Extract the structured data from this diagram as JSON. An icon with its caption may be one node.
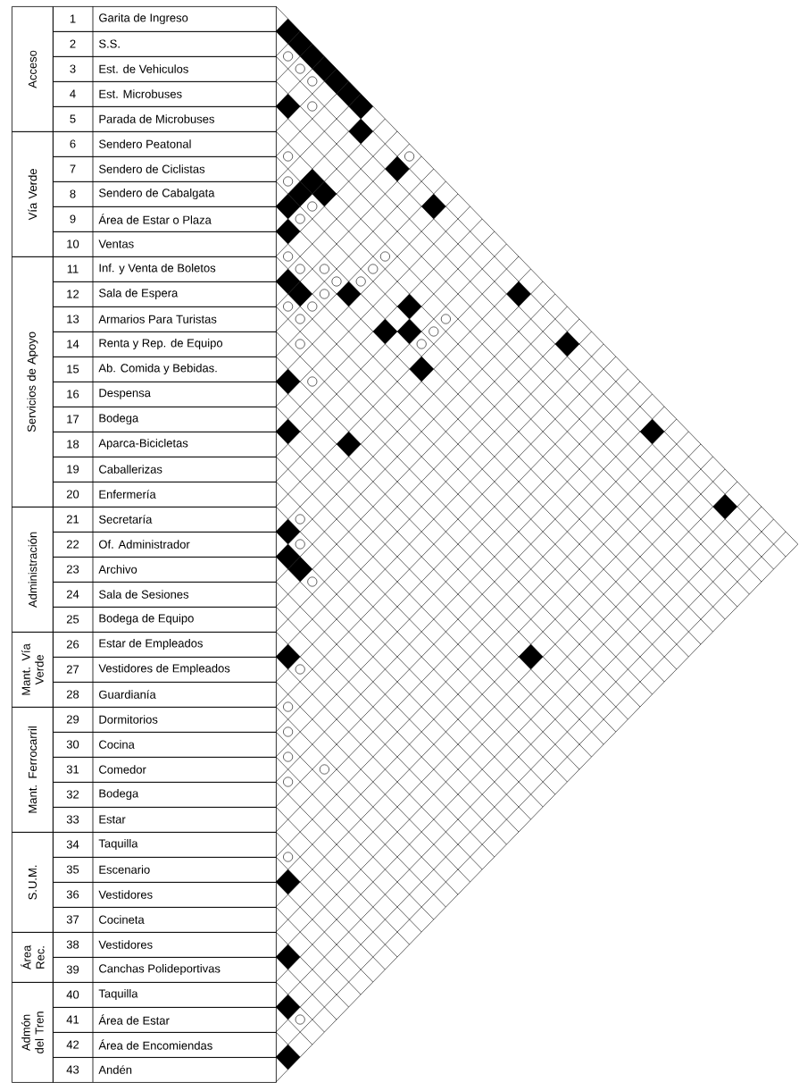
{
  "diagram": {
    "nodes": [
      {
        "text": [
          "Acceso"
        ]
      },
      {
        "text": [
          "1",
          "Garita de Ingreso"
        ]
      },
      {
        "text": [
          "2",
          "S.S."
        ]
      },
      {
        "text": [
          "3",
          "Est. de Vehiculos"
        ]
      },
      {
        "text": [
          "4",
          "Est. Microbuses"
        ]
      },
      {
        "text": [
          "5",
          "Parada de Microbuses"
        ]
      },
      {
        "text": [
          "Vía Verde"
        ]
      },
      {
        "text": [
          "6",
          "Sendero Peatonal"
        ]
      },
      {
        "text": [
          "7",
          "Sendero de Ciclistas"
        ]
      },
      {
        "text": [
          "8",
          "Sendero de Cabalgata"
        ]
      },
      {
        "text": [
          "9",
          "Área de Estar o Plaza"
        ]
      },
      {
        "text": [
          "10",
          "Ventas"
        ]
      },
      {
        "text": [
          "Servicios de Apoyo"
        ]
      },
      {
        "text": [
          "11",
          "Inf. y Venta de Boletos"
        ]
      },
      {
        "text": [
          "12",
          "Sala de Espera"
        ]
      },
      {
        "text": [
          "13",
          "Armarios Para Turistas"
        ]
      },
      {
        "text": [
          "14",
          "Renta y Rep. de Equipo"
        ]
      },
      {
        "text": [
          "15",
          "Ab. Comida y Bebidas."
        ]
      },
      {
        "text": [
          "16",
          "Despensa"
        ]
      },
      {
        "text": [
          "17",
          "Bodega"
        ]
      },
      {
        "text": [
          "18",
          "Aparca-Bicicletas"
        ]
      },
      {
        "text": [
          "19",
          "Caballerizas"
        ]
      },
      {
        "text": [
          "20",
          "Enfermería"
        ]
      },
      {
        "text": [
          "Administración"
        ]
      },
      {
        "text": [
          "21",
          "Secretaría"
        ]
      },
      {
        "text": [
          "22",
          "Of. Administrador"
        ]
      },
      {
        "text": [
          "23",
          "Archivo"
        ]
      },
      {
        "text": [
          "24",
          "Sala de Sesiones"
        ]
      },
      {
        "text": [
          "25",
          "Bodega de Equipo"
        ]
      },
      {
        "text": [
          "Mant. Vía Verde"
        ]
      },
      {
        "text": [
          "26",
          "Estar de Empleados"
        ]
      },
      {
        "text": [
          "27",
          "Vestidores de Empleados"
        ]
      },
      {
        "text": [
          "28",
          "Guardianía"
        ]
      },
      {
        "text": [
          "Mant. Ferrocarril"
        ]
      },
      {
        "text": [
          "29",
          "Dormitorios"
        ]
      },
      {
        "text": [
          "30",
          "Cocina"
        ]
      },
      {
        "text": [
          "31",
          "Comedor"
        ]
      },
      {
        "text": [
          "32",
          "Bodega"
        ]
      },
      {
        "text": [
          "33",
          "Estar"
        ]
      },
      {
        "text": [
          "S.U.M."
        ]
      },
      {
        "text": [
          "34",
          "Taquilla"
        ]
      },
      {
        "text": [
          "35",
          "Escenario"
        ]
      },
      {
        "text": [
          "36",
          "Vestidores"
        ]
      },
      {
        "text": [
          "37",
          "Cocineta"
        ]
      },
      {
        "text": [
          "Área Rec."
        ]
      },
      {
        "text": [
          "38",
          "Vestidores"
        ]
      },
      {
        "text": [
          "39",
          "Canchas Polideportivas"
        ]
      },
      {
        "text": [
          "Admón del Tren"
        ]
      },
      {
        "text": [
          "40",
          "Taquilla"
        ]
      },
      {
        "text": [
          "41",
          "Área de Estar"
        ]
      },
      {
        "text": [
          "42",
          "Área de Encomiendas"
        ]
      },
      {
        "text": [
          "43",
          "Andén"
        ]
      }
    ]
  }
}
